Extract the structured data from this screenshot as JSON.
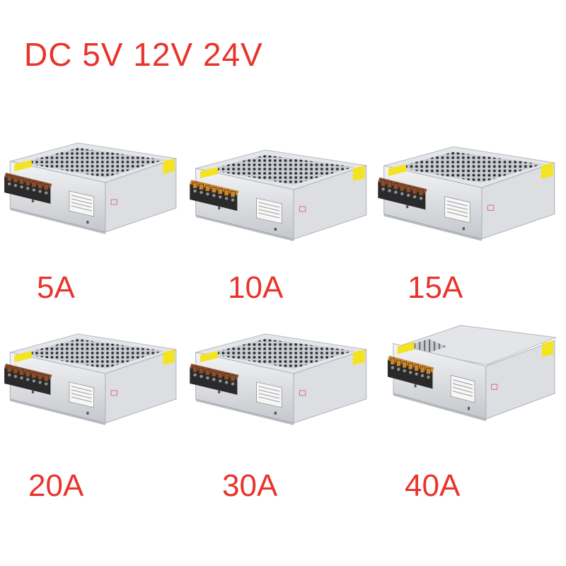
{
  "title": "DC 5V 12V 24V",
  "products": [
    {
      "rating": "5A",
      "vent": "holes",
      "terminal": "copper"
    },
    {
      "rating": "10A",
      "vent": "holes",
      "terminal": "gold"
    },
    {
      "rating": "15A",
      "vent": "holes",
      "terminal": "copper"
    },
    {
      "rating": "20A",
      "vent": "holes",
      "terminal": "copper"
    },
    {
      "rating": "30A",
      "vent": "holes",
      "terminal": "copper"
    },
    {
      "rating": "40A",
      "vent": "slots",
      "terminal": "gold"
    }
  ],
  "colors": {
    "text_red": "#e8342d",
    "case_silver": "#e3e5e8",
    "label_yellow": "#f3e321",
    "terminal_copper": "#8a4e2d",
    "terminal_gold": "#c8862f"
  }
}
